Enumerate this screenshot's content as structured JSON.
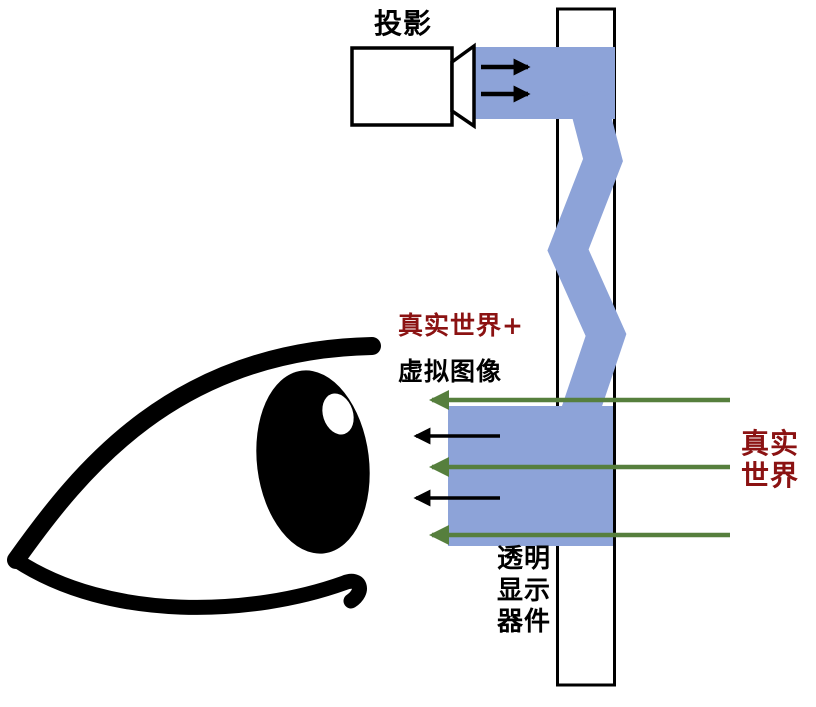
{
  "diagram": {
    "labels": {
      "projector": "投影",
      "real_world_plus": "真实世界+",
      "virtual_image": "虚拟图像",
      "real_world_line1": "真实",
      "real_world_line2": "世界",
      "display_device_line1": "透明",
      "display_device_line2": "显示",
      "display_device_line3": "器件"
    },
    "colors": {
      "beam_blue": "#8da3d8",
      "arrow_green": "#567f3d",
      "label_red": "#8b1212",
      "ink_black": "#000000"
    }
  }
}
